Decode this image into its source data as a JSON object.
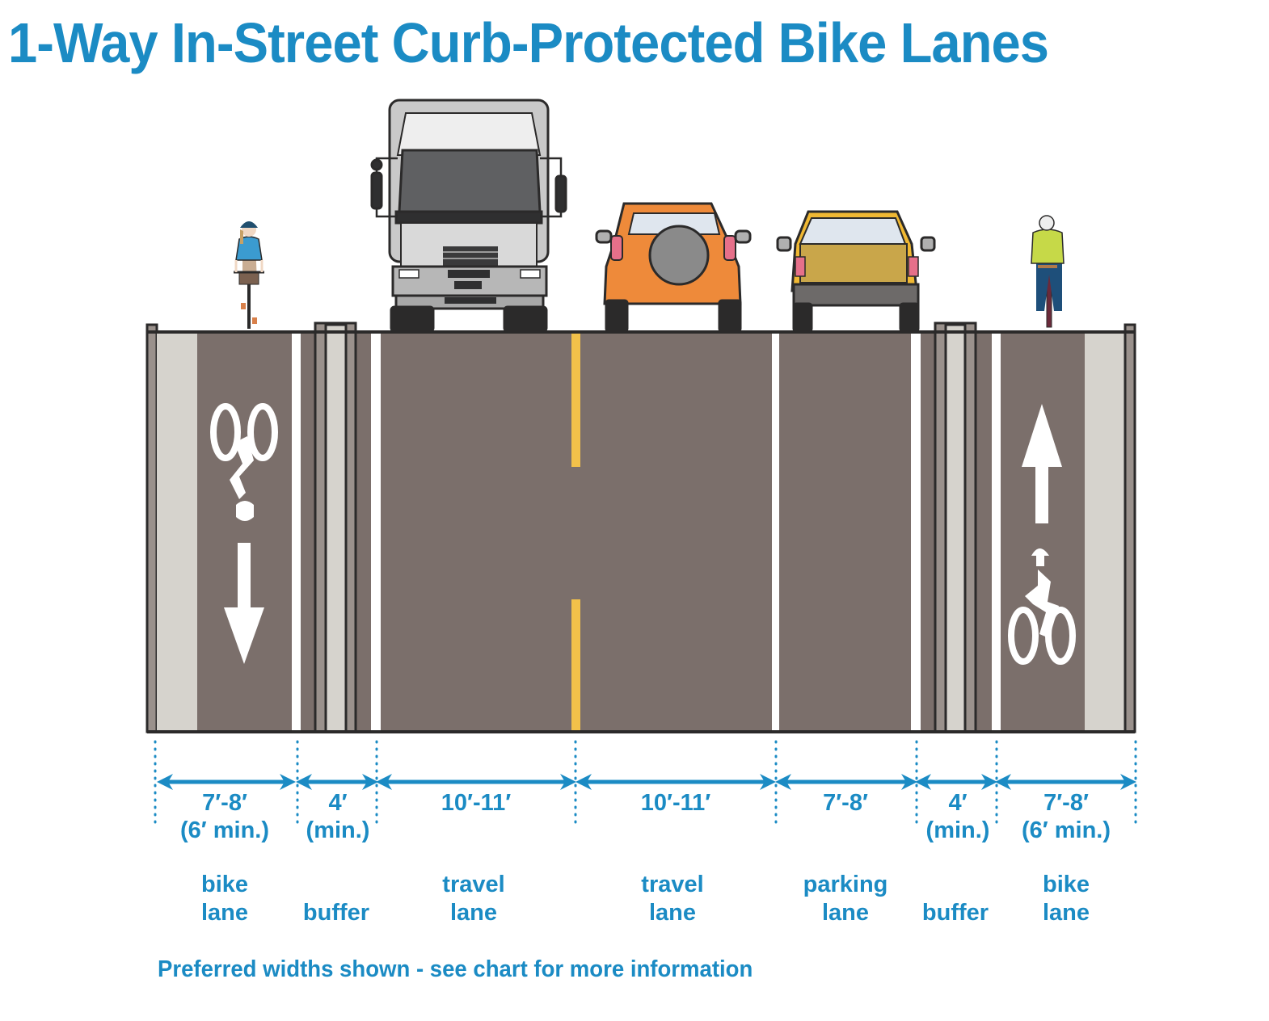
{
  "title": "1-Way In-Street Curb-Protected Bike Lanes",
  "colors": {
    "text_blue": "#1b8bc4",
    "asphalt": "#7b6f6b",
    "curb_light": "#d6d3cd",
    "curb_mid": "#9a918c",
    "outline": "#2b2a2a",
    "yellow_line": "#f2c14a",
    "white_line": "#ffffff"
  },
  "cross_section": {
    "segments": [
      {
        "id": "bike-lane-left",
        "width": "7′-8′",
        "note": "(6′ min.)",
        "label_line1": "bike",
        "label_line2": "lane",
        "symbol": "bike-symbol-arrow-down"
      },
      {
        "id": "buffer-left",
        "width": "4′",
        "note": "(min.)",
        "label_line1": "",
        "label_line2": "buffer"
      },
      {
        "id": "travel-lane-left",
        "width": "10′-11′",
        "note": "",
        "label_line1": "travel",
        "label_line2": "lane"
      },
      {
        "id": "travel-lane-right",
        "width": "10′-11′",
        "note": "",
        "label_line1": "travel",
        "label_line2": "lane"
      },
      {
        "id": "parking-lane",
        "width": "7′-8′",
        "note": "",
        "label_line1": "parking",
        "label_line2": "lane"
      },
      {
        "id": "buffer-right",
        "width": "4′",
        "note": "(min.)",
        "label_line1": "",
        "label_line2": "buffer"
      },
      {
        "id": "bike-lane-right",
        "width": "7′-8′",
        "note": "(6′ min.)",
        "label_line1": "bike",
        "label_line2": "lane",
        "symbol": "arrow-up-bike-symbol"
      }
    ],
    "vehicles": [
      {
        "id": "cyclist-left",
        "type": "cyclist",
        "direction": "toward viewer"
      },
      {
        "id": "box-truck",
        "type": "truck",
        "direction": "toward viewer"
      },
      {
        "id": "orange-suv",
        "type": "suv",
        "direction": "away from viewer"
      },
      {
        "id": "yellow-pickup",
        "type": "pickup",
        "direction": "away from viewer"
      },
      {
        "id": "cyclist-right",
        "type": "cyclist",
        "direction": "away from viewer"
      }
    ]
  },
  "footer_note": "Preferred widths shown - see chart for more information"
}
